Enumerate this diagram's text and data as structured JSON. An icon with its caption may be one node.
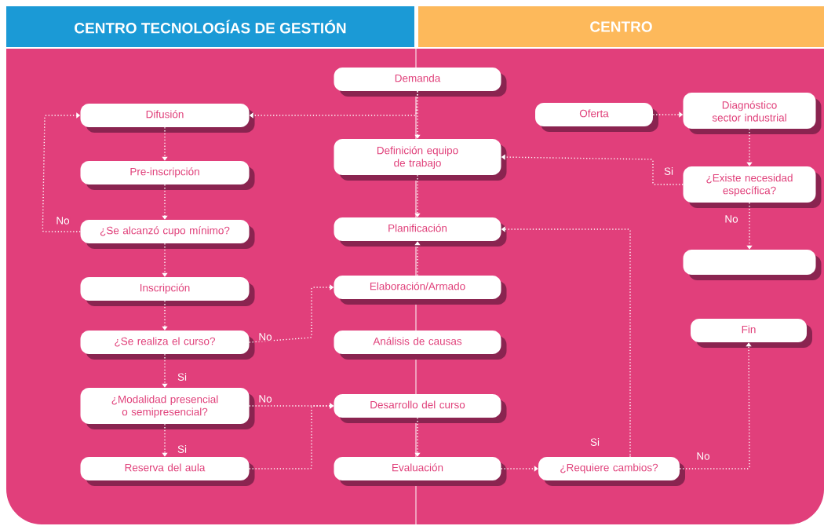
{
  "diagram": {
    "nodes": [
      {
        "text": [
          "CENTRO TECNOLOGÍAS DE GESTIÓN"
        ]
      },
      {
        "text": [
          "CENTRO"
        ]
      },
      {
        "text": [
          "Demanda"
        ]
      },
      {
        "text": [
          "Difusión"
        ]
      },
      {
        "text": [
          "Oferta"
        ]
      },
      {
        "text": [
          "Diagnóstico sector industrial"
        ]
      },
      {
        "text": [
          "Definición equipo de trabajo"
        ]
      },
      {
        "text": [
          "Pre-inscripción"
        ]
      },
      {
        "text": [
          "¿Existe necesidad específica?"
        ]
      },
      {
        "text": [
          "¿Se alcanzó cupo mínimo?"
        ]
      },
      {
        "text": [
          "Planificación"
        ]
      },
      {
        "text": [],
        "shape": "box"
      },
      {
        "text": [
          "Inscripción"
        ]
      },
      {
        "text": [
          "Elaboración/Armado"
        ]
      },
      {
        "text": [
          "Fin"
        ]
      },
      {
        "text": [
          "¿Se realiza el curso?"
        ]
      },
      {
        "text": [
          "Análisis de causas"
        ]
      },
      {
        "text": [
          "¿Modalidad presencial o semipresencial?"
        ]
      },
      {
        "text": [
          "Desarrollo del curso"
        ]
      },
      {
        "text": [
          "Reserva del aula"
        ]
      },
      {
        "text": [
          "Evaluación"
        ]
      },
      {
        "text": [
          "¿Requiere cambios?"
        ]
      }
    ],
    "edges": [
      {
        "from": 2,
        "to": 3,
        "arrow": "to"
      },
      {
        "from": 2,
        "to": 6,
        "arrow": "to"
      },
      {
        "from": 6,
        "to": 10,
        "arrow": "to"
      },
      {
        "from": 13,
        "to": 10,
        "arrow": "to"
      },
      {
        "from": 3,
        "to": 7,
        "arrow": "to"
      },
      {
        "from": 7,
        "to": 9,
        "arrow": "to"
      },
      {
        "from": 9,
        "to": 12,
        "arrow": "to"
      },
      {
        "from": 9,
        "to": 3,
        "arrow": "to",
        "label": "No"
      },
      {
        "from": 12,
        "to": 15,
        "arrow": "to"
      },
      {
        "from": 15,
        "to": 17,
        "arrow": "to",
        "label": "Si"
      },
      {
        "from": 15,
        "to": 13,
        "arrow": "to",
        "label": "No"
      },
      {
        "from": 17,
        "to": 19,
        "arrow": "to",
        "label": "Si"
      },
      {
        "from": 17,
        "to": 18,
        "arrow": "to",
        "label": "No"
      },
      {
        "from": 19,
        "to": 18,
        "arrow": "to"
      },
      {
        "from": 18,
        "to": 20,
        "arrow": "to"
      },
      {
        "from": 20,
        "to": 21,
        "arrow": "to"
      },
      {
        "from": 21,
        "to": 10,
        "arrow": "to",
        "label": "Si"
      },
      {
        "from": 21,
        "to": 14,
        "arrow": "to",
        "label": "No"
      },
      {
        "from": 4,
        "to": 5,
        "arrow": "to"
      },
      {
        "from": 5,
        "to": 8,
        "arrow": "to"
      },
      {
        "from": 8,
        "to": 6,
        "arrow": "to",
        "label": "Si"
      },
      {
        "from": 8,
        "to": 11,
        "arrow": "to",
        "label": "No"
      }
    ]
  }
}
